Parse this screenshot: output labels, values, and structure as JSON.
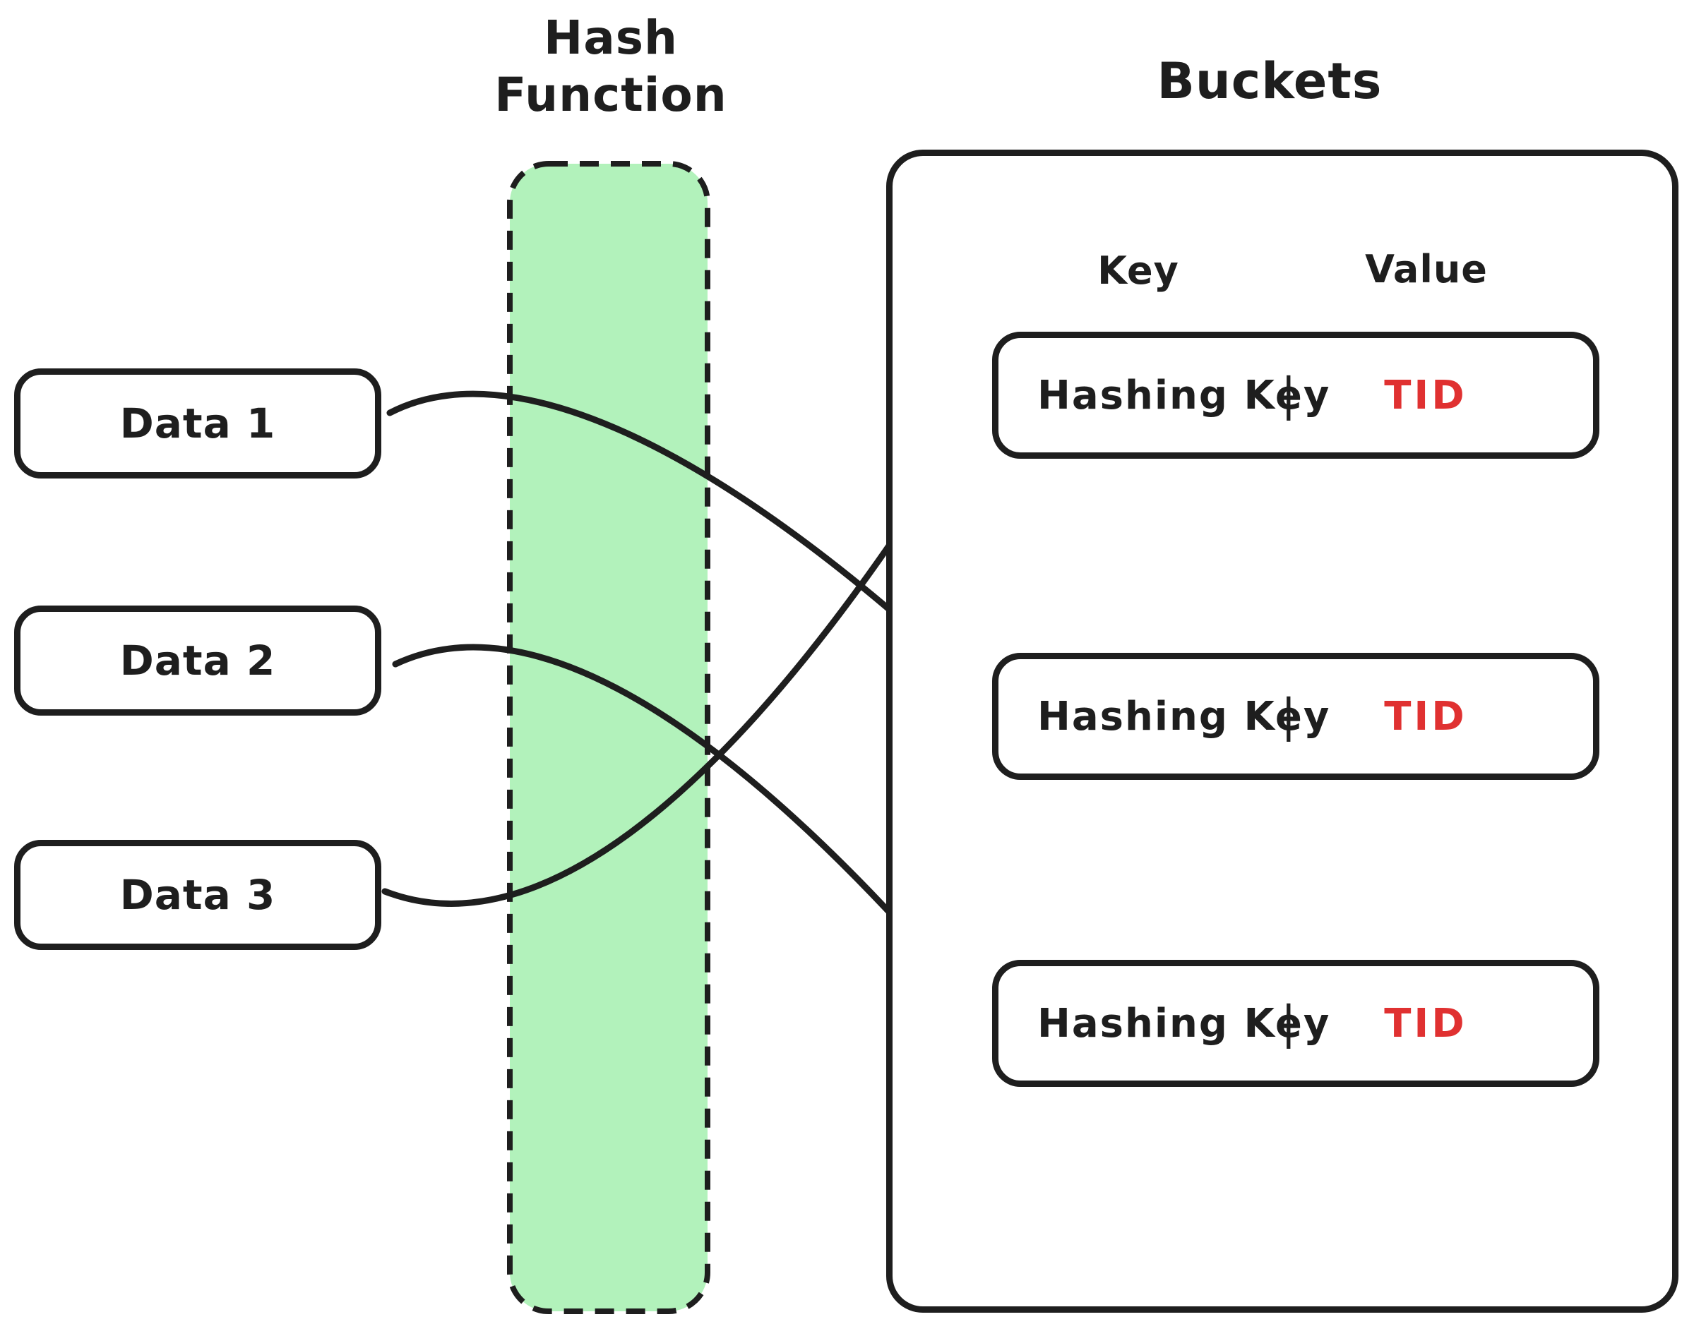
{
  "titles": {
    "hash_function_line1": "Hash",
    "hash_function_line2": "Function",
    "buckets": "Buckets"
  },
  "data_nodes": [
    {
      "label": "Data 1"
    },
    {
      "label": "Data 2"
    },
    {
      "label": "Data 3"
    }
  ],
  "buckets_panel": {
    "key_header": "Key",
    "value_header": "Value",
    "rows": [
      {
        "key": "Hashing Key",
        "divider": "|",
        "value": "TID"
      },
      {
        "key": "Hashing Key",
        "divider": "|",
        "value": "TID"
      },
      {
        "key": "Hashing Key",
        "divider": "|",
        "value": "TID"
      }
    ]
  },
  "connections": [
    {
      "from": "Data 1",
      "to": "bucket-row-2"
    },
    {
      "from": "Data 2",
      "to": "bucket-row-3"
    },
    {
      "from": "Data 3",
      "to": "bucket-row-1"
    }
  ],
  "colors": {
    "stroke": "#1e1e1e",
    "hash_band_fill": "#b2f2bb",
    "value_accent": "#e03131",
    "background": "#ffffff"
  }
}
